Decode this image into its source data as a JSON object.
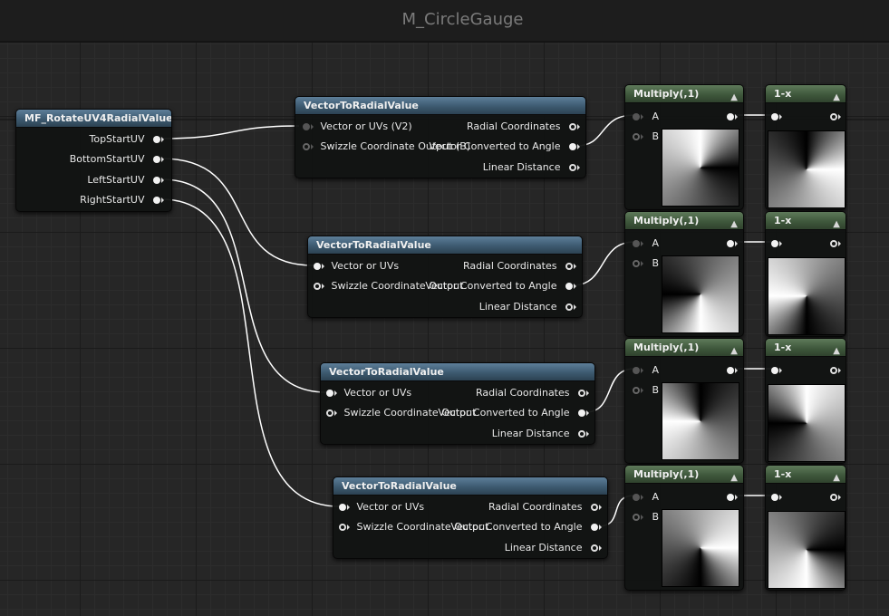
{
  "graph": {
    "title": "M_CircleGauge"
  },
  "function_node": {
    "title": "MF_RotateUV4RadialValue",
    "outputs": [
      "TopStartUV",
      "BottomStartUV",
      "LeftStartUV",
      "RightStartUV"
    ]
  },
  "radial_nodes": [
    {
      "title": "VectorToRadialValue",
      "input_1": "Vector or UVs (V2)",
      "input_2": "Swizzle Coordinate Output (B)",
      "output_1": "Radial Coordinates",
      "output_2": "Vector Converted to Angle",
      "output_3": "Linear Distance"
    },
    {
      "title": "VectorToRadialValue",
      "input_1": "Vector or UVs",
      "input_2": "Swizzle Coordinate Output",
      "output_1": "Radial Coordinates",
      "output_2": "Vector Converted to Angle",
      "output_3": "Linear Distance"
    },
    {
      "title": "VectorToRadialValue",
      "input_1": "Vector or UVs",
      "input_2": "Swizzle Coordinate Output",
      "output_1": "Radial Coordinates",
      "output_2": "Vector Converted to Angle",
      "output_3": "Linear Distance"
    },
    {
      "title": "VectorToRadialValue",
      "input_1": "Vector or UVs",
      "input_2": "Swizzle Coordinate Output",
      "output_1": "Radial Coordinates",
      "output_2": "Vector Converted to Angle",
      "output_3": "Linear Distance"
    }
  ],
  "multiply_nodes": [
    {
      "title": "Multiply(,1)",
      "input_a": "A",
      "input_b": "B"
    },
    {
      "title": "Multiply(,1)",
      "input_a": "A",
      "input_b": "B"
    },
    {
      "title": "Multiply(,1)",
      "input_a": "A",
      "input_b": "B"
    },
    {
      "title": "Multiply(,1)",
      "input_a": "A",
      "input_b": "B"
    }
  ],
  "oneminus_nodes": [
    {
      "title": "1-x"
    },
    {
      "title": "1-x"
    },
    {
      "title": "1-x"
    },
    {
      "title": "1-x"
    }
  ],
  "icons": {
    "collapse": "collapse-arrow-icon",
    "pin": "pin-icon"
  },
  "colors": {
    "material_function_header": "#3d5a70",
    "math_header": "#3f583c",
    "wire": "#ffffff"
  }
}
